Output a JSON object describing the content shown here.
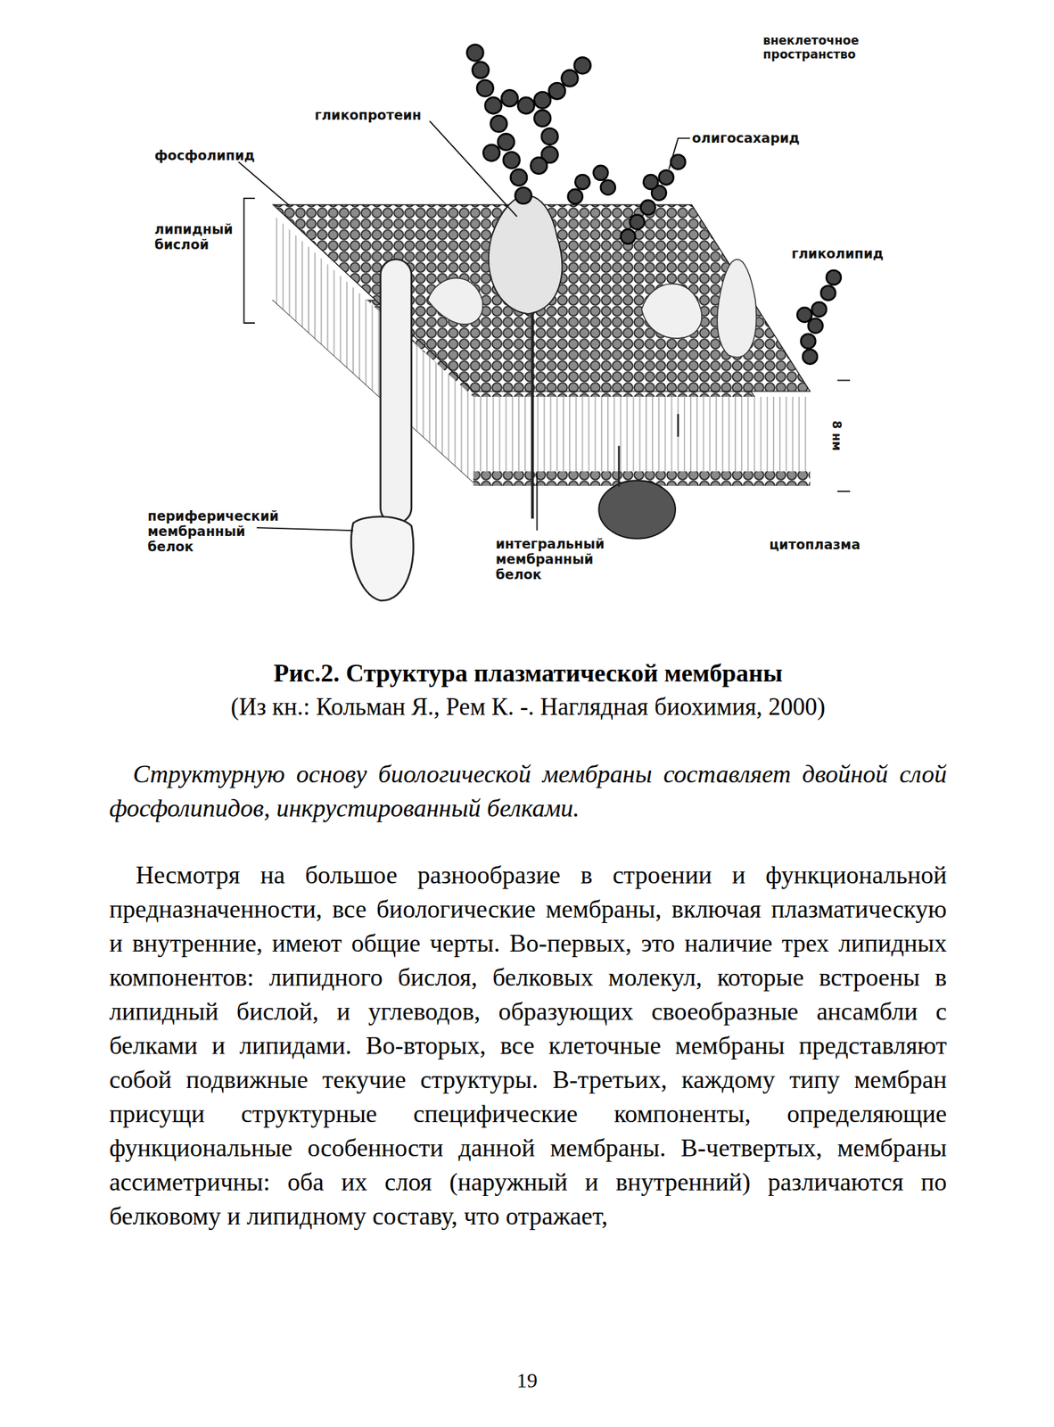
{
  "diagram": {
    "title": "Рис.2. Структура плазматической мембраны",
    "caption": "(Из кн.: Кольман Я., Рем К. -. Наглядная биохимия, 2000)",
    "labels": [
      "внеклеточное пространство",
      "гликопротеин",
      "олигосахарид",
      "фосфолипид",
      "липидный бислой",
      "гликолипид",
      "8 нм",
      "периферический мембранный белок",
      "интегральный мембранный белок",
      "цитоплазма",
      "Структурную основу биологической мембраны составляет двойной слой фосфолипидов, инкрустированный белками.",
      "Несмотря на большое разнообразие в строении и функциональной предназначенности, все биологические мембраны, включая плазматическую и внутренние, имеют общие черты. Во-первых, это наличие трех липидных компонентов: липидного бислоя, белковых молекул, которые встроены в липидный бислой, и углеводов, образующих своеобразные ансамбли с белками и липидами. Во-вторых, все клеточные мембраны представляют собой подвижные текучие структуры. В-третьих, каждому типу мембран присущи структурные специфические компоненты, определяющие функциональные особенности данной мембраны. В-четвертых, мембраны ассиметричны: оба их слоя (наружный и внутренний) различаются по белковому и липидному составу, что отражает,",
      "19"
    ]
  }
}
